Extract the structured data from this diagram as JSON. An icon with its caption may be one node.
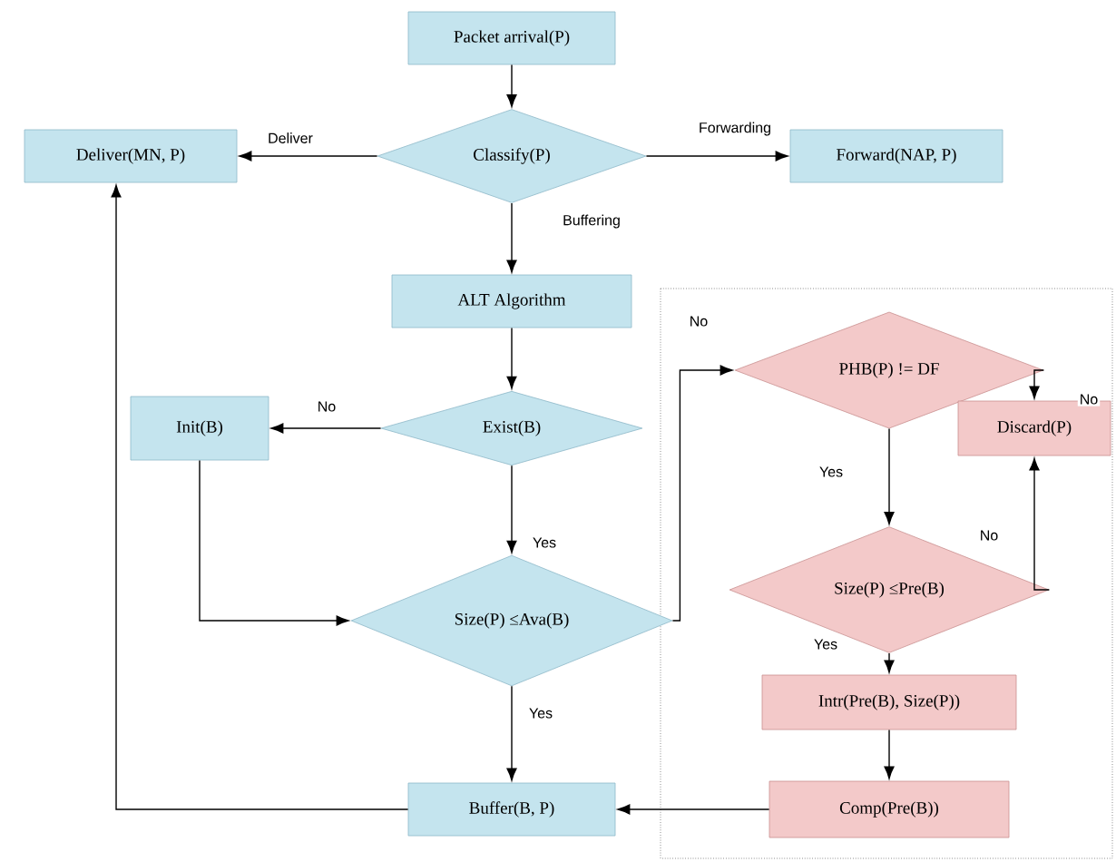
{
  "diagram": {
    "nodes": [
      {
        "text": [
          "Packet arrival(P)"
        ]
      },
      {
        "text": [
          "Classify(P)"
        ]
      },
      {
        "text": [
          "Deliver(MN, P)"
        ]
      },
      {
        "text": [
          "Forward(NAP, P)"
        ]
      },
      {
        "text": [
          "ALT Algorithm"
        ]
      },
      {
        "text": [
          "Exist(B)"
        ]
      },
      {
        "text": [
          "Init(B)"
        ]
      },
      {
        "text": [
          "Size(P) ≤Ava(B)"
        ]
      },
      {
        "text": [
          "Buffer(B, P)"
        ]
      },
      {
        "text": [
          "PHB(P) != DF"
        ]
      },
      {
        "text": [
          "Discard(P)"
        ]
      },
      {
        "text": [
          "Size(P) ≤Pre(B)"
        ]
      },
      {
        "text": [
          "Intr(Pre(B), Size(P))"
        ]
      },
      {
        "text": [
          "Comp(Pre(B))"
        ]
      }
    ],
    "edges": [
      {
        "from": 0,
        "to": 1,
        "arrow": "to"
      },
      {
        "from": 1,
        "to": 2,
        "arrow": "to",
        "label": "Deliver"
      },
      {
        "from": 1,
        "to": 3,
        "arrow": "to",
        "label": "Forwarding"
      },
      {
        "from": 1,
        "to": 4,
        "arrow": "to",
        "label": "Buffering"
      },
      {
        "from": 4,
        "to": 5,
        "arrow": "to"
      },
      {
        "from": 5,
        "to": 6,
        "arrow": "to",
        "label": "No"
      },
      {
        "from": 5,
        "to": 7,
        "arrow": "to",
        "label": "Yes"
      },
      {
        "from": 6,
        "to": 7,
        "arrow": "to"
      },
      {
        "from": 7,
        "to": 8,
        "arrow": "to",
        "label": "Yes"
      },
      {
        "from": 7,
        "to": 9,
        "arrow": "to",
        "label": "No"
      },
      {
        "from": 9,
        "to": 10,
        "arrow": "to",
        "label": "No"
      },
      {
        "from": 9,
        "to": 11,
        "arrow": "to",
        "label": "Yes"
      },
      {
        "from": 11,
        "to": 10,
        "arrow": "to",
        "label": "No"
      },
      {
        "from": 11,
        "to": 12,
        "arrow": "to",
        "label": "Yes"
      },
      {
        "from": 12,
        "to": 13,
        "arrow": "to"
      },
      {
        "from": 13,
        "to": 8,
        "arrow": "to"
      },
      {
        "from": 8,
        "to": 2,
        "arrow": "to"
      }
    ]
  }
}
